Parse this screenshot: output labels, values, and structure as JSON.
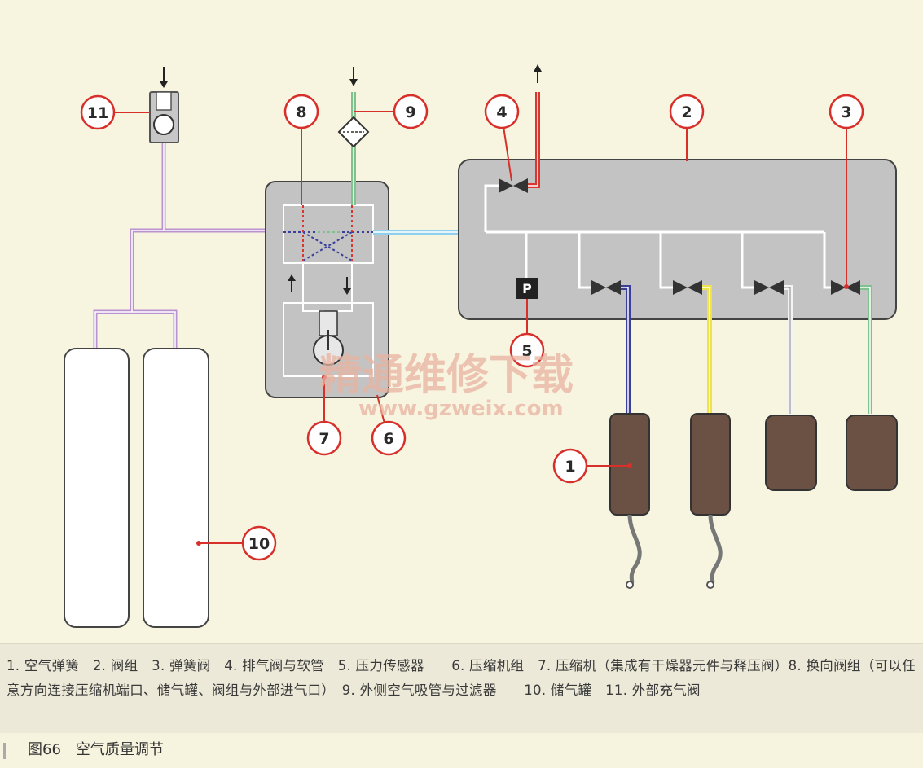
{
  "diagram": {
    "callouts": [
      "1",
      "2",
      "3",
      "4",
      "5",
      "6",
      "7",
      "8",
      "9",
      "10",
      "11"
    ],
    "pressure_sensor_label": "P",
    "watermark_cn": "精通维修下载",
    "watermark_url": "www.gzweix.com",
    "colors": {
      "line_purple": "#b992cf",
      "line_green": "#7fc28f",
      "line_blue": "#8fd1ec",
      "line_red": "#d9362f",
      "line_yellow": "#f0e24a",
      "line_navy": "#3b3f9a",
      "line_white": "#ffffff",
      "block_gray": "#c3c3c3",
      "callout_ring": "#d7302b",
      "spring_brown": "#6b5044"
    }
  },
  "legend": {
    "text": "1. 空气弹簧　2. 阀组　3. 弹簧阀　4. 排气阀与软管　5. 压力传感器　　6. 压缩机组　7. 压缩机（集成有干燥器元件与释压阀）8. 换向阀组（可以任意方向连接压缩机端口、储气罐、阀组与外部进气口）　9. 外侧空气吸管与过滤器　　10. 储气罐　11. 外部充气阀"
  },
  "caption": {
    "text": "图66　空气质量调节"
  }
}
